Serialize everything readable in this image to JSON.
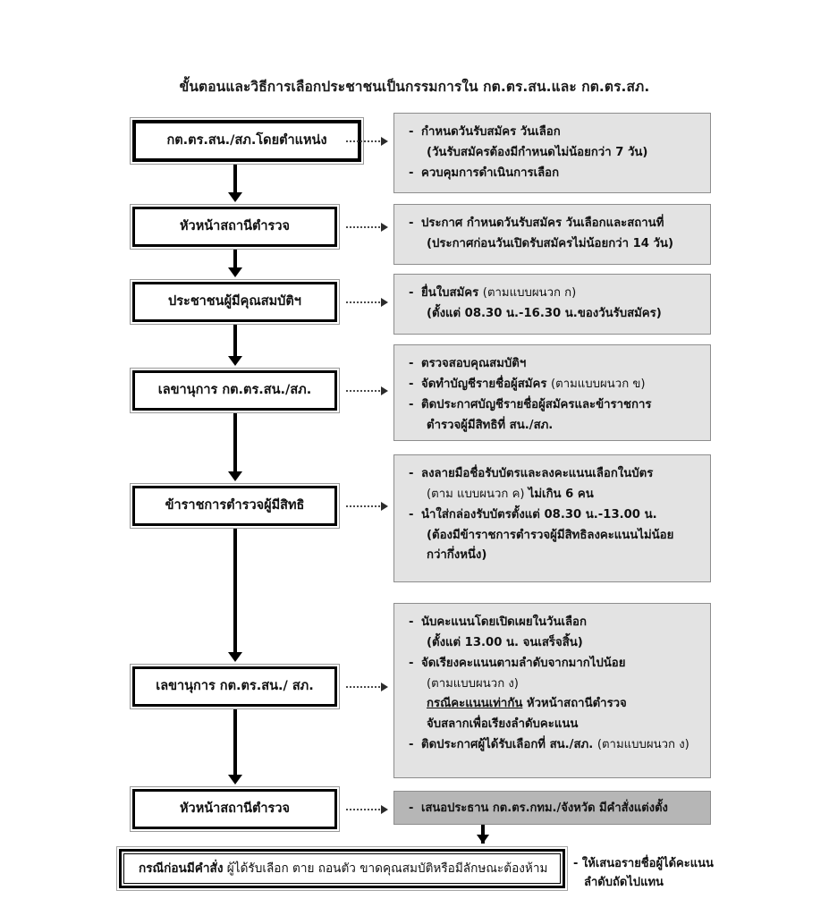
{
  "title": "ขั้นตอนและวิธีการเลือกประชาชนเป็นกรรมการใน กต.ตร.สน.และ กต.ตร.สภ.",
  "colors": {
    "note_bg": "#e3e3e3",
    "note_bg_dark": "#b6b6b6",
    "border": "#000000",
    "text": "#111111"
  },
  "nodes": [
    {
      "id": "node1",
      "label": "กต.ตร.สน./สภ.โดยตำแหน่ง"
    },
    {
      "id": "node2",
      "label": "หัวหน้าสถานีตำรวจ"
    },
    {
      "id": "node3",
      "label": "ประชาชนผู้มีคุณสมบัติฯ"
    },
    {
      "id": "node4",
      "label": "เลขานุการ กต.ตร.สน./สภ."
    },
    {
      "id": "node5",
      "label": "ข้าราชการตำรวจผู้มีสิทธิ"
    },
    {
      "id": "node6",
      "label": "เลขานุการ กต.ตร.สน./ สภ."
    },
    {
      "id": "node7",
      "label": "หัวหน้าสถานีตำรวจ"
    }
  ],
  "notes": [
    {
      "id": "note1",
      "lines": [
        {
          "type": "dash",
          "text": "กำหนดวันรับสมัคร วันเลือก"
        },
        {
          "type": "cont",
          "text": "(วันรับสมัครต้องมีกำหนดไม่น้อยกว่า 7 วัน)"
        },
        {
          "type": "dash",
          "text": "ควบคุมการดำเนินการเลือก"
        }
      ]
    },
    {
      "id": "note2",
      "lines": [
        {
          "type": "dash",
          "text": "ประกาศ กำหนดวันรับสมัคร วันเลือกและสถานที่"
        },
        {
          "type": "cont",
          "text": "(ประกาศก่อนวันเปิดรับสมัครไม่น้อยกว่า 14 วัน)"
        }
      ]
    },
    {
      "id": "note3",
      "lines": [
        {
          "type": "dash",
          "text": "ยื่นใบสมัคร ",
          "thin": "(ตามแบบผนวก ก)"
        },
        {
          "type": "cont",
          "text": "(ตั้งแต่ 08.30 น.-16.30 น.ของวันรับสมัคร)"
        }
      ]
    },
    {
      "id": "note4",
      "lines": [
        {
          "type": "dash",
          "text": "ตรวจสอบคุณสมบัติฯ"
        },
        {
          "type": "dash",
          "text": "จัดทำบัญชีรายชื่อผู้สมัคร ",
          "thin": "(ตามแบบผนวก ข)"
        },
        {
          "type": "dash",
          "text": "ติดประกาศบัญชีรายชื่อผู้สมัครและข้าราชการ"
        },
        {
          "type": "cont",
          "text": "ตำรวจผู้มีสิทธิที่ สน./สภ."
        }
      ]
    },
    {
      "id": "note5",
      "lines": [
        {
          "type": "dash",
          "text": "ลงลายมือชื่อรับบัตรและลงคะแนนเลือกในบัตร"
        },
        {
          "type": "cont",
          "thin": "(ตาม แบบผนวก ค) ",
          "text": "ไม่เกิน 6  คน"
        },
        {
          "type": "dash",
          "text": "นำใส่กล่องรับบัตรตั้งแต่ 08.30 น.-13.00 น."
        },
        {
          "type": "cont",
          "text": "(ต้องมีข้าราชการตำรวจผู้มีสิทธิลงคะแนนไม่น้อย"
        },
        {
          "type": "cont",
          "text": "กว่ากึ่งหนึ่ง)"
        }
      ]
    },
    {
      "id": "note6",
      "lines": [
        {
          "type": "dash",
          "text": "นับคะแนนโดยเปิดเผยในวันเลือก"
        },
        {
          "type": "cont",
          "text": "(ตั้งแต่ 13.00 น. จนเสร็จสิ้น)"
        },
        {
          "type": "dash",
          "text": "จัดเรียงคะแนนตามลำดับจากมากไปน้อย"
        },
        {
          "type": "cont",
          "thin": "(ตามแบบผนวก ง)"
        },
        {
          "type": "cont",
          "underline": "กรณีคะแนนเท่ากัน",
          "text": "   หัวหน้าสถานีตำรวจ"
        },
        {
          "type": "cont",
          "text": "จับสลากเพื่อเรียงลำดับคะแนน"
        },
        {
          "type": "dash",
          "text": "ติดประกาศผู้ได้รับเลือกที่ สน./สภ. ",
          "thin": "(ตามแบบผนวก ง)"
        }
      ]
    },
    {
      "id": "note7",
      "dark": true,
      "lines": [
        {
          "type": "dash",
          "text": "เสนอประธาน กต.ตร.กทม./จังหวัด มีคำสั่งแต่งตั้ง"
        }
      ]
    }
  ],
  "bottom_box": {
    "bold_text": "กรณีก่อนมีคำสั่ง",
    "rest_text": " ผู้ได้รับเลือก ตาย  ถอนตัว  ขาดคุณสมบัติหรือมีลักษณะต้องห้าม"
  },
  "side_note": {
    "line1": "- ให้เสนอรายชื่อผู้ได้คะแนน",
    "line2": "ลำดับถัดไปแทน"
  }
}
